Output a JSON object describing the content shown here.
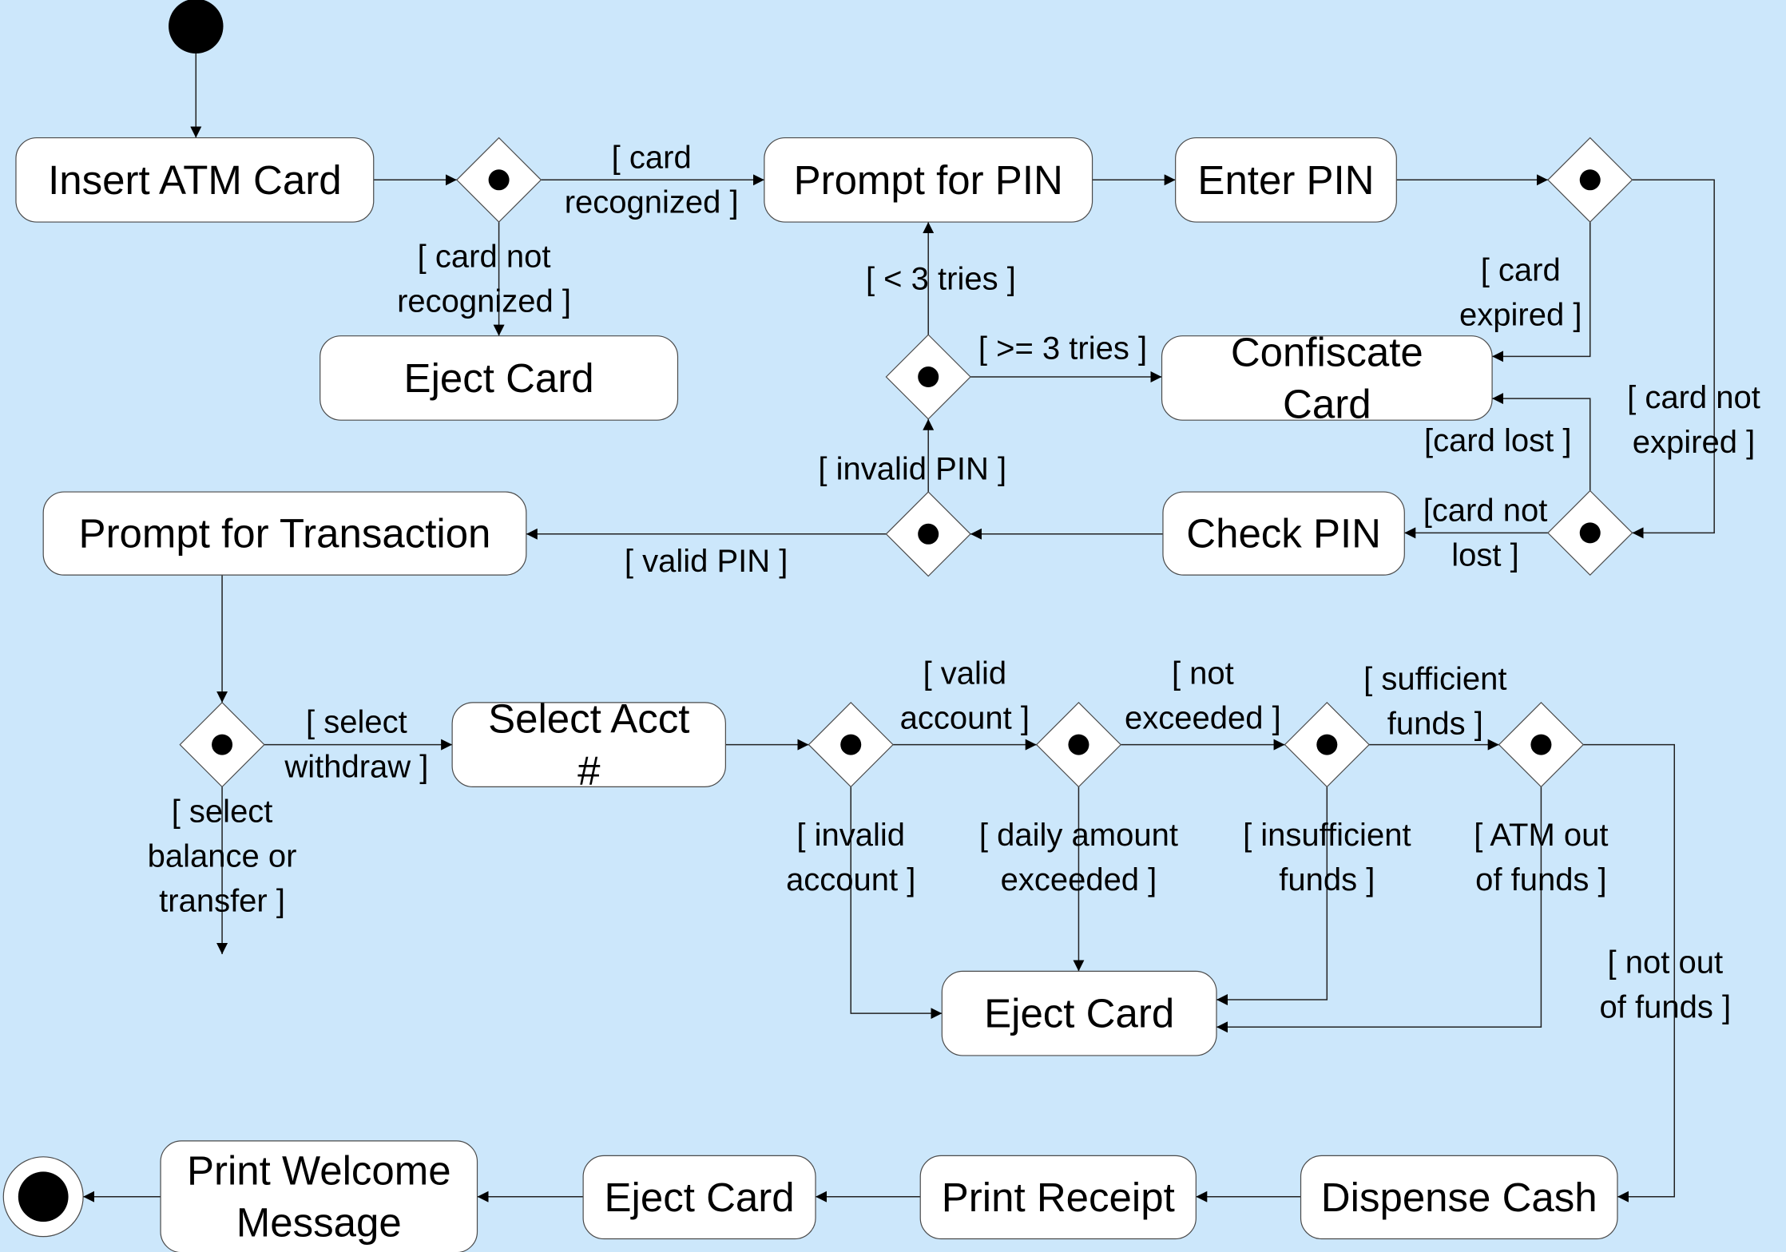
{
  "activities": {
    "insert_card": [
      "Insert ATM Card"
    ],
    "prompt_pin": [
      "Prompt for PIN"
    ],
    "enter_pin": [
      "Enter PIN"
    ],
    "eject_card_1": [
      "Eject Card"
    ],
    "confiscate_card": [
      "Confiscate",
      "Card"
    ],
    "prompt_transaction": [
      "Prompt for Transaction"
    ],
    "check_pin": [
      "Check PIN"
    ],
    "select_acct": [
      "Select Acct",
      "#"
    ],
    "eject_card_2": [
      "Eject Card"
    ],
    "print_welcome": [
      "Print Welcome",
      "Message"
    ],
    "eject_card_3": [
      "Eject Card"
    ],
    "print_receipt": [
      "Print Receipt"
    ],
    "dispense_cash": [
      "Dispense Cash"
    ]
  },
  "guards": {
    "card_recognized": [
      "[ card",
      "recognized ]"
    ],
    "card_not_recognized": [
      "[ card not",
      "recognized ]"
    ],
    "lt_3_tries": [
      "[ < 3 tries ]"
    ],
    "gte_3_tries": [
      "[ >= 3 tries ]"
    ],
    "card_expired": [
      "[ card",
      "expired ]"
    ],
    "card_not_expired": [
      "[ card not",
      "expired ]"
    ],
    "card_lost": [
      "[card lost ]"
    ],
    "card_not_lost": [
      "[card not",
      "lost ]"
    ],
    "invalid_pin": [
      "[ invalid PIN ]"
    ],
    "valid_pin": [
      "[ valid PIN ]"
    ],
    "select_withdraw": [
      "[ select",
      "withdraw ]"
    ],
    "select_balance": [
      "[ select",
      "balance or",
      "transfer ]"
    ],
    "valid_account": [
      "[ valid",
      "account ]"
    ],
    "not_exceeded": [
      "[ not",
      "exceeded ]"
    ],
    "sufficient_funds": [
      "[ sufficient",
      "funds ]"
    ],
    "invalid_account": [
      "[ invalid",
      "account ]"
    ],
    "daily_exceeded": [
      "[ daily amount",
      "exceeded ]"
    ],
    "insufficient_funds": [
      "[ insufficient",
      "funds ]"
    ],
    "atm_out": [
      "[ ATM out",
      "of funds ]"
    ],
    "not_out": [
      "[ not out",
      "of funds ]"
    ]
  },
  "colors": {
    "background": "#cce7fb",
    "node_fill": "#ffffff",
    "node_stroke": "#4a4a4a",
    "edge": "#222222",
    "marker": "#000000"
  }
}
